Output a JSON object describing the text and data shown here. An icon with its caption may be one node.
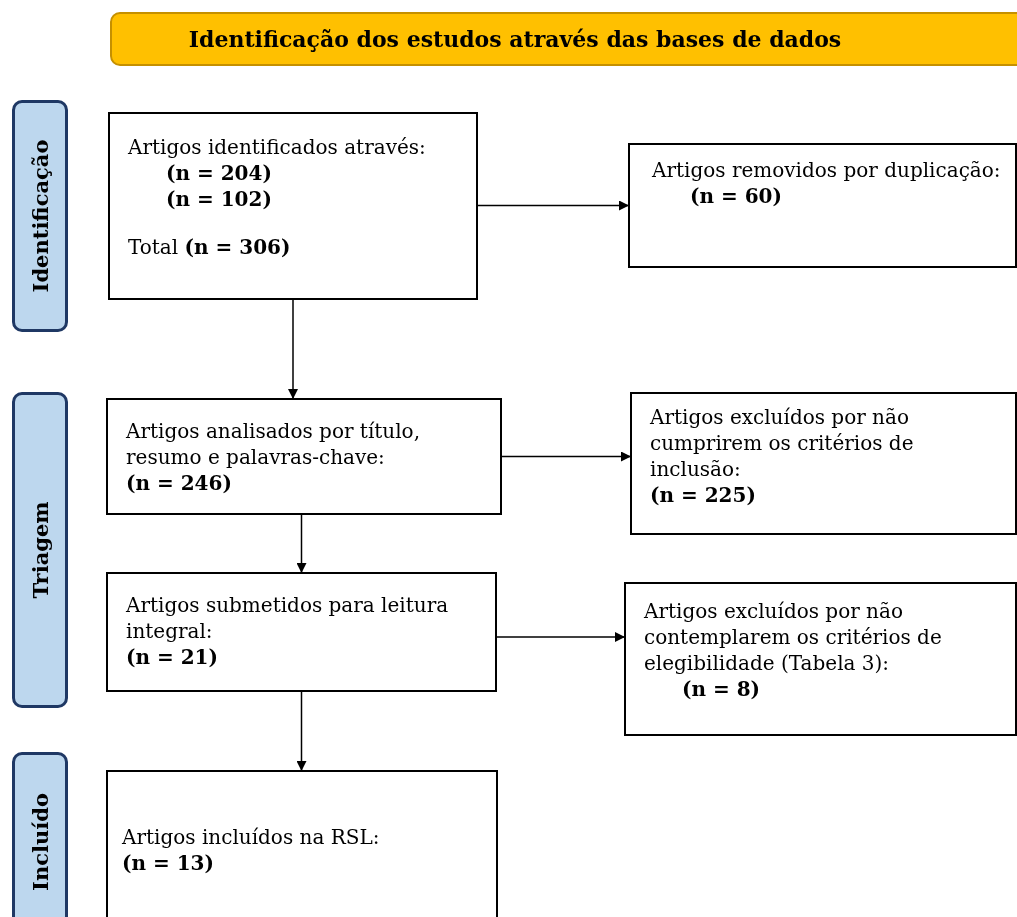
{
  "diagram": {
    "title": "Identificação dos estudos através das bases de dados",
    "nodes": [
      {
        "text": [
          "Identificação"
        ]
      },
      {
        "text": [
          "Artigos identificados através:",
          "**(n = 204)**",
          "**(n = 102)**",
          "Total **(n = 306)**"
        ]
      },
      {
        "text": [
          "Artigos removidos por duplicação:",
          "(n = 60)"
        ]
      },
      {
        "text": [
          "Triagem"
        ]
      },
      {
        "text": [
          "Artigos analisados por título, resumo e palavras-chave:",
          "(n = 246)"
        ]
      },
      {
        "text": [
          "Artigos excluídos por não cumprirem os critérios de inclusão:",
          "(n = 225)"
        ]
      },
      {
        "text": [
          "Artigos submetidos para leitura integral:",
          "(n = 21)"
        ]
      },
      {
        "text": [
          "Artigos excluídos por não contemplarem os critérios de elegibilidade (Tabela 3):",
          "(n = 8)"
        ]
      },
      {
        "text": [
          "Incluído"
        ]
      },
      {
        "text": [
          "Artigos incluídos na RSL:",
          "(n = 13)"
        ]
      }
    ],
    "edges": [
      {
        "from": 1,
        "to": 2,
        "arrow": "to"
      },
      {
        "from": 1,
        "to": 4,
        "arrow": "to"
      },
      {
        "from": 4,
        "to": 5,
        "arrow": "to"
      },
      {
        "from": 4,
        "to": 6,
        "arrow": "to"
      },
      {
        "from": 6,
        "to": 7,
        "arrow": "to"
      },
      {
        "from": 6,
        "to": 9,
        "arrow": "to"
      }
    ]
  }
}
